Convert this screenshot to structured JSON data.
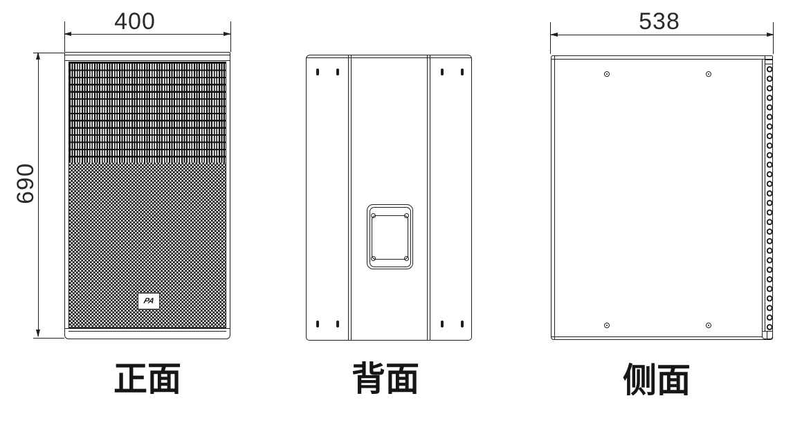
{
  "page": {
    "background": "#ffffff",
    "line_color": "#1f1f1f"
  },
  "dimensions": {
    "front_width_mm": "400",
    "front_height_mm": "690",
    "side_depth_mm": "538"
  },
  "views": {
    "front": {
      "label": "正面",
      "logo_text": "PA"
    },
    "back": {
      "label": "背面"
    },
    "side": {
      "label": "侧面"
    }
  }
}
